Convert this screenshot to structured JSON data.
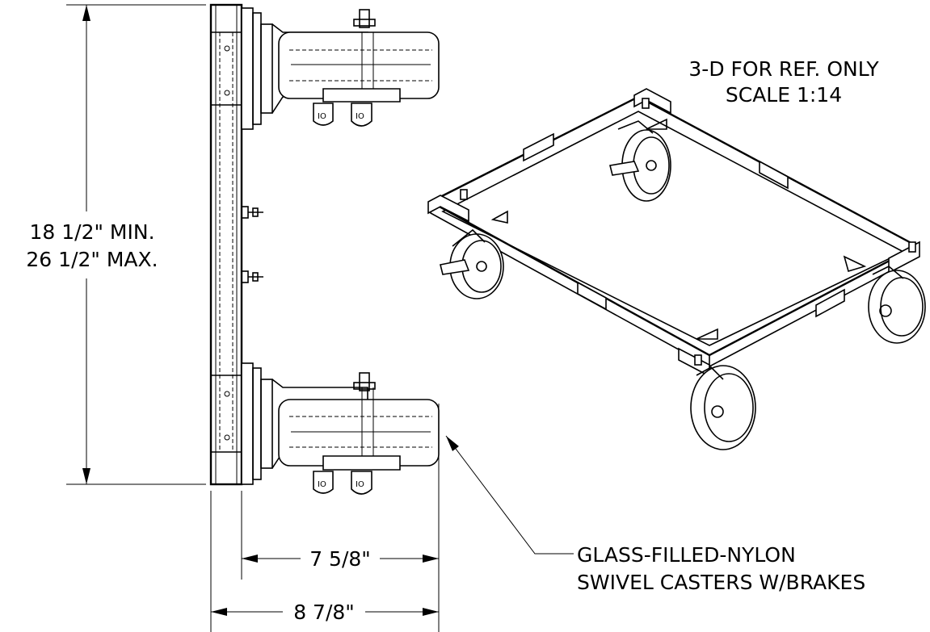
{
  "dimensions": {
    "height_min": "18 1/2\" MIN.",
    "height_max": "26 1/2\" MAX.",
    "caster_offset": "7 5/8\"",
    "overall_depth": "8 7/8\""
  },
  "view_note": {
    "line1": "3-D FOR REF. ONLY",
    "line2": "SCALE 1:14"
  },
  "callout": {
    "line1": "GLASS-FILLED-NYLON",
    "line2": "SWIVEL CASTERS W/BRAKES"
  }
}
